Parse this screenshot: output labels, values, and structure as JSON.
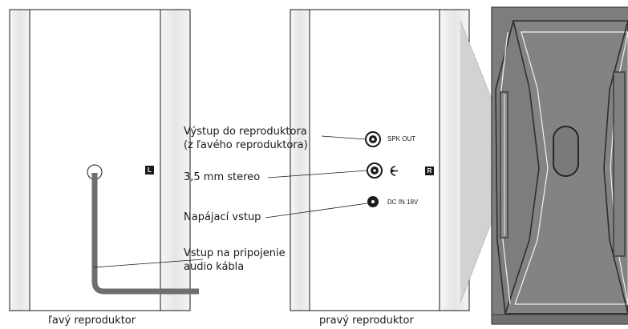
{
  "left_speaker": {
    "caption": "ľavý reproduktor",
    "channel_badge": "L"
  },
  "right_speaker": {
    "caption": "pravý reproduktor",
    "channel_badge": "R",
    "ports": [
      {
        "label": "SPK OUT"
      },
      {
        "label": "DC IN 18V"
      }
    ]
  },
  "callouts": {
    "speaker_output": [
      "Výstup do reproduktora",
      "(z ľavého reproduktora)"
    ],
    "stereo_jack": [
      "3,5 mm stereo"
    ],
    "power_input": [
      "Napájací vstup"
    ],
    "audio_cable_input": [
      "Vstup na pripojenie",
      "audio kábla"
    ]
  },
  "icons": {
    "headphone_jack_symbol": "audio-jack-icon"
  },
  "colors": {
    "panel_outline": "#1a1a1a",
    "side_trim": "#ebebeb",
    "cable": "#6e6e6e",
    "speaker_body": "#7d7d7d",
    "speaker_edge": "#4a4a4a",
    "projection": "#d2d2d2"
  }
}
